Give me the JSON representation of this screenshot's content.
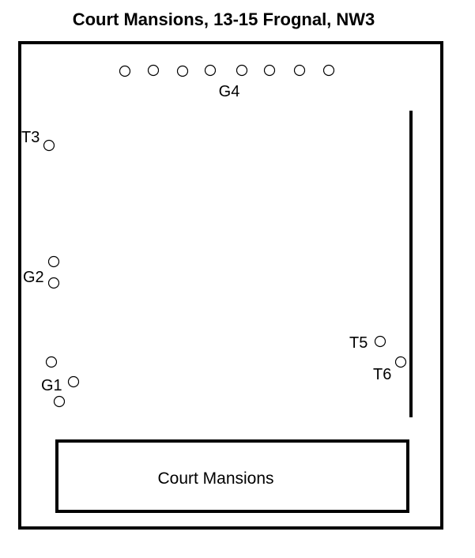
{
  "title": "Court Mansions, 13-15 Frognal, NW3",
  "building_label": "Court Mansions",
  "labels": {
    "g4": "G4",
    "t3": "T3",
    "g2": "G2",
    "g1": "G1",
    "t5": "T5",
    "t6": "T6"
  },
  "colors": {
    "stroke": "#000000",
    "background": "#ffffff"
  }
}
